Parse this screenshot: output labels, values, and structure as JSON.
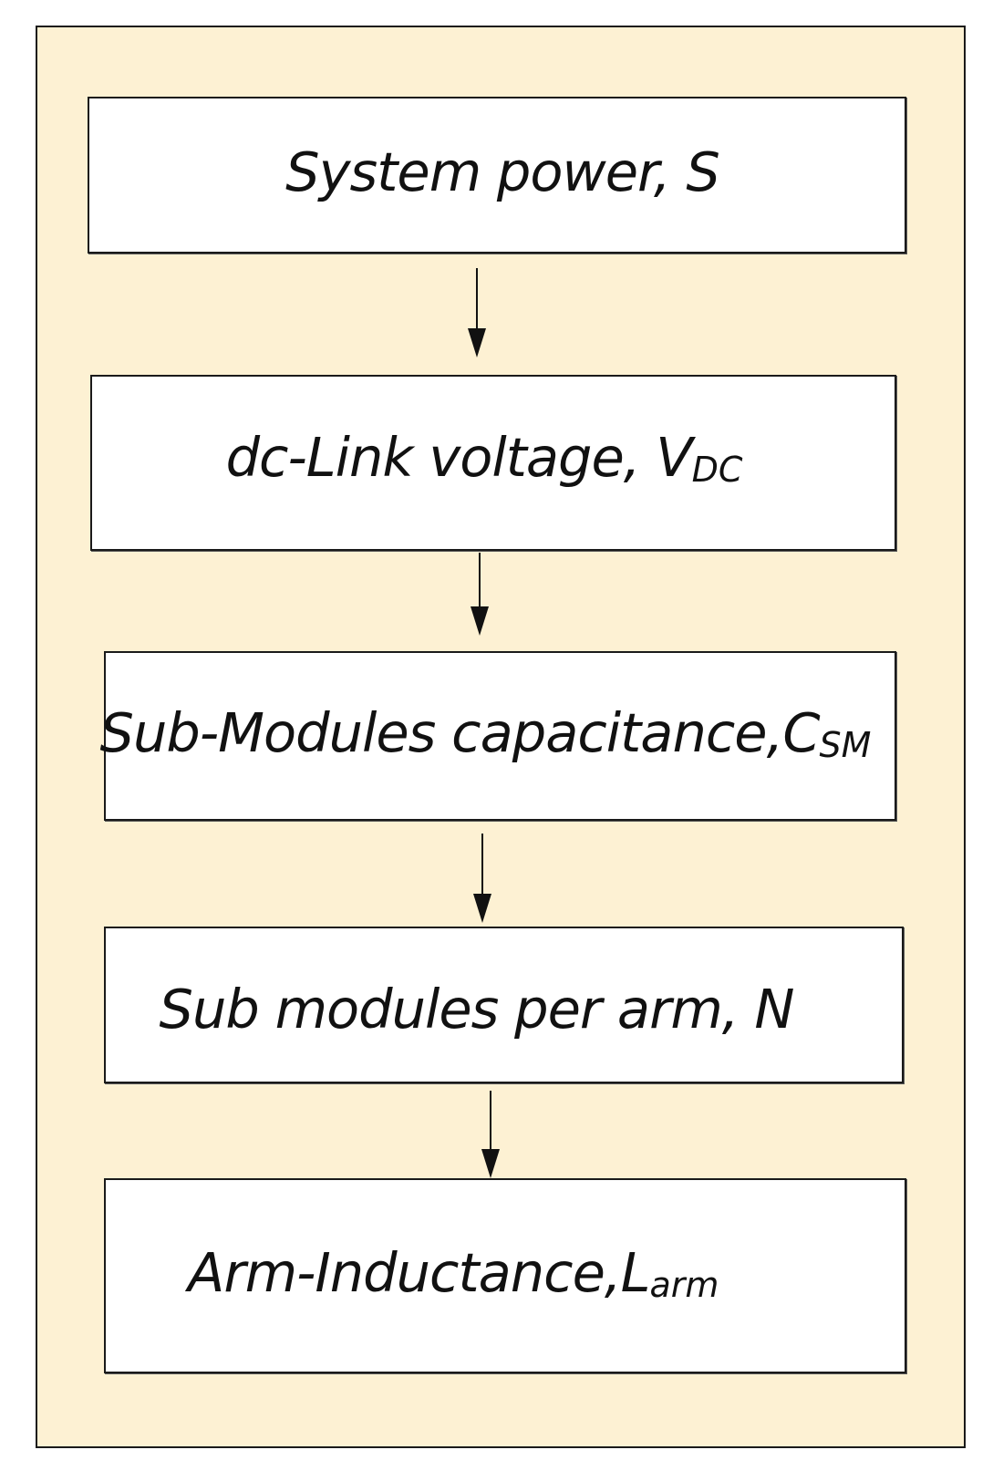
{
  "diagram": {
    "steps": [
      {
        "main": "System power, S",
        "sub": ""
      },
      {
        "main": "dc-Link voltage, V",
        "sub": "DC"
      },
      {
        "main": "Sub-Modules capacitance,C",
        "sub": "SM"
      },
      {
        "main": "Sub modules per arm, N",
        "sub": ""
      },
      {
        "main": "Arm-Inductance,L",
        "sub": "arm"
      }
    ]
  },
  "colors": {
    "panel_background": "#fdf1d3",
    "box_background": "#ffffff",
    "stroke": "#1a1a1a"
  }
}
